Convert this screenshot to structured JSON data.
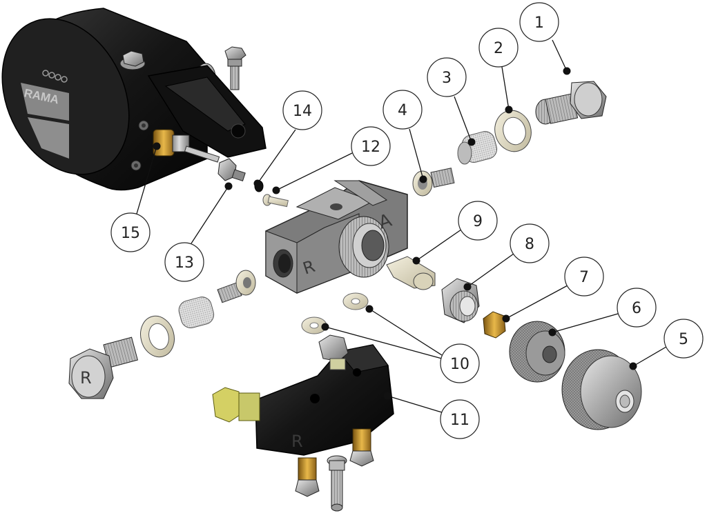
{
  "brand": "RAMA",
  "body_letters": {
    "a": "A",
    "r": "R"
  },
  "callouts": [
    {
      "id": "1"
    },
    {
      "id": "2"
    },
    {
      "id": "3"
    },
    {
      "id": "4"
    },
    {
      "id": "5"
    },
    {
      "id": "6"
    },
    {
      "id": "7"
    },
    {
      "id": "8"
    },
    {
      "id": "9"
    },
    {
      "id": "10"
    },
    {
      "id": "11"
    },
    {
      "id": "12"
    },
    {
      "id": "13"
    },
    {
      "id": "14"
    },
    {
      "id": "15"
    }
  ],
  "colors": {
    "black_part": "#1c1c1c",
    "metal": "#bdbdbd",
    "metal_dark": "#8a8a8a",
    "brass": "#c99a2e",
    "leader": "#111111",
    "circle_fill": "#ffffff",
    "circle_stroke": "#222222"
  }
}
